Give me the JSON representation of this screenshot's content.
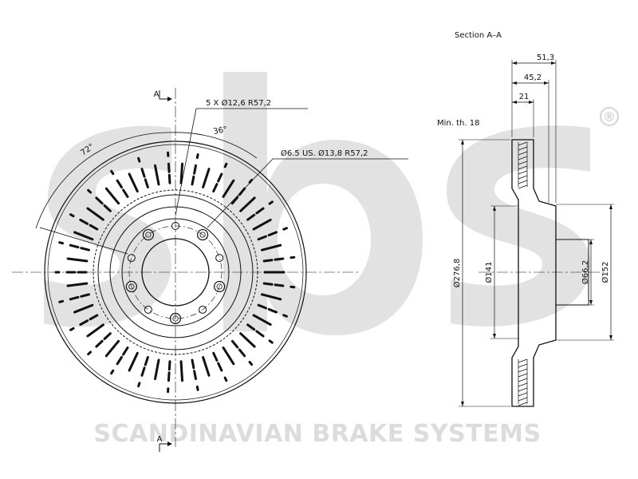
{
  "section_title": "Section A–A",
  "section_marker_top": "A",
  "section_marker_bottom": "A",
  "front_view": {
    "bolt_label": "5 X Ø12,6   R57,2",
    "hole_label": "Ø6.5 US. Ø13,8   R57,2",
    "angle_small": "36°",
    "angle_large": "72°"
  },
  "section_view": {
    "min_thickness": "Min. th. 18",
    "width_total": "51,3",
    "width_mid": "45,2",
    "width_thickness": "21",
    "dia_outer": "Ø276,8",
    "dia_141": "Ø141",
    "dia_center": "Ø66,2",
    "dia_152": "Ø152"
  },
  "watermark": {
    "brand_text": "SCANDINAVIAN BRAKE SYSTEMS",
    "logo_icon": "sbs-logo-icon",
    "registered_mark": "®"
  }
}
